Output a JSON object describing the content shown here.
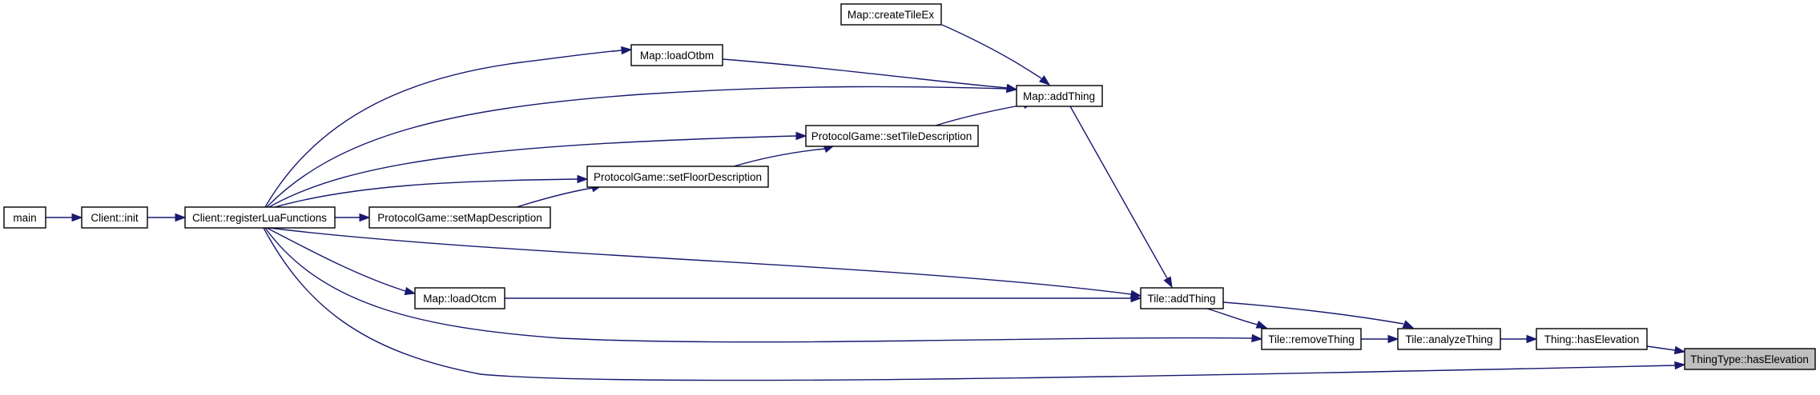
{
  "graph": {
    "colors": {
      "edge": "#191970",
      "node_border": "#000000",
      "highlight_fill": "#bfbfbf",
      "background": "#ffffff"
    },
    "nodes": {
      "main": "main",
      "client_init": "Client::init",
      "register_lua": "Client::registerLuaFunctions",
      "set_map_desc": "ProtocolGame::setMapDescription",
      "set_floor_desc": "ProtocolGame::setFloorDescription",
      "set_tile_desc": "ProtocolGame::setTileDescription",
      "load_otbm": "Map::loadOtbm",
      "create_tile_ex": "Map::createTileEx",
      "map_add_thing": "Map::addThing",
      "load_otcm": "Map::loadOtcm",
      "tile_add_thing": "Tile::addThing",
      "tile_remove_thing": "Tile::removeThing",
      "tile_analyze_thing": "Tile::analyzeThing",
      "thing_has_elevation": "Thing::hasElevation",
      "thingtype_has_elevation": "ThingType::hasElevation"
    }
  }
}
